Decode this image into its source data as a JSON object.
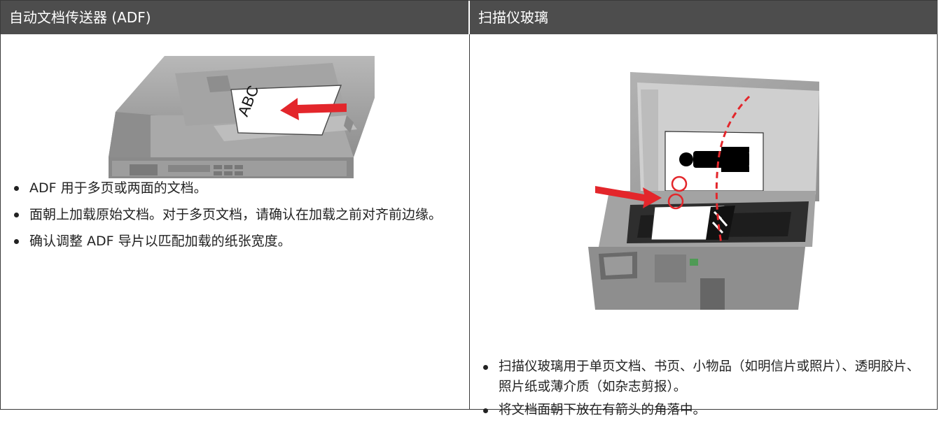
{
  "headers": {
    "adf": "自动文档传送器 (ADF)",
    "glass": "扫描仪玻璃"
  },
  "adf_image": {
    "paper_text": "ABC"
  },
  "adf_bullets": [
    "ADF 用于多页或两面的文档。",
    "面朝上加载原始文档。对于多页文档，请确认在加载之前对齐前边缘。",
    "确认调整 ADF 导片以匹配加载的纸张宽度。"
  ],
  "glass_bullets": [
    "扫描仪玻璃用于单页文档、书页、小物品（如明信片或照片）、透明胶片、照片纸或薄介质（如杂志剪报）。",
    "将文档面朝下放在有箭头的角落中。"
  ],
  "colors": {
    "header_bg": "#4d4d4d",
    "arrow_red": "#e3262b",
    "printer_gray": "#9a9a9a"
  }
}
